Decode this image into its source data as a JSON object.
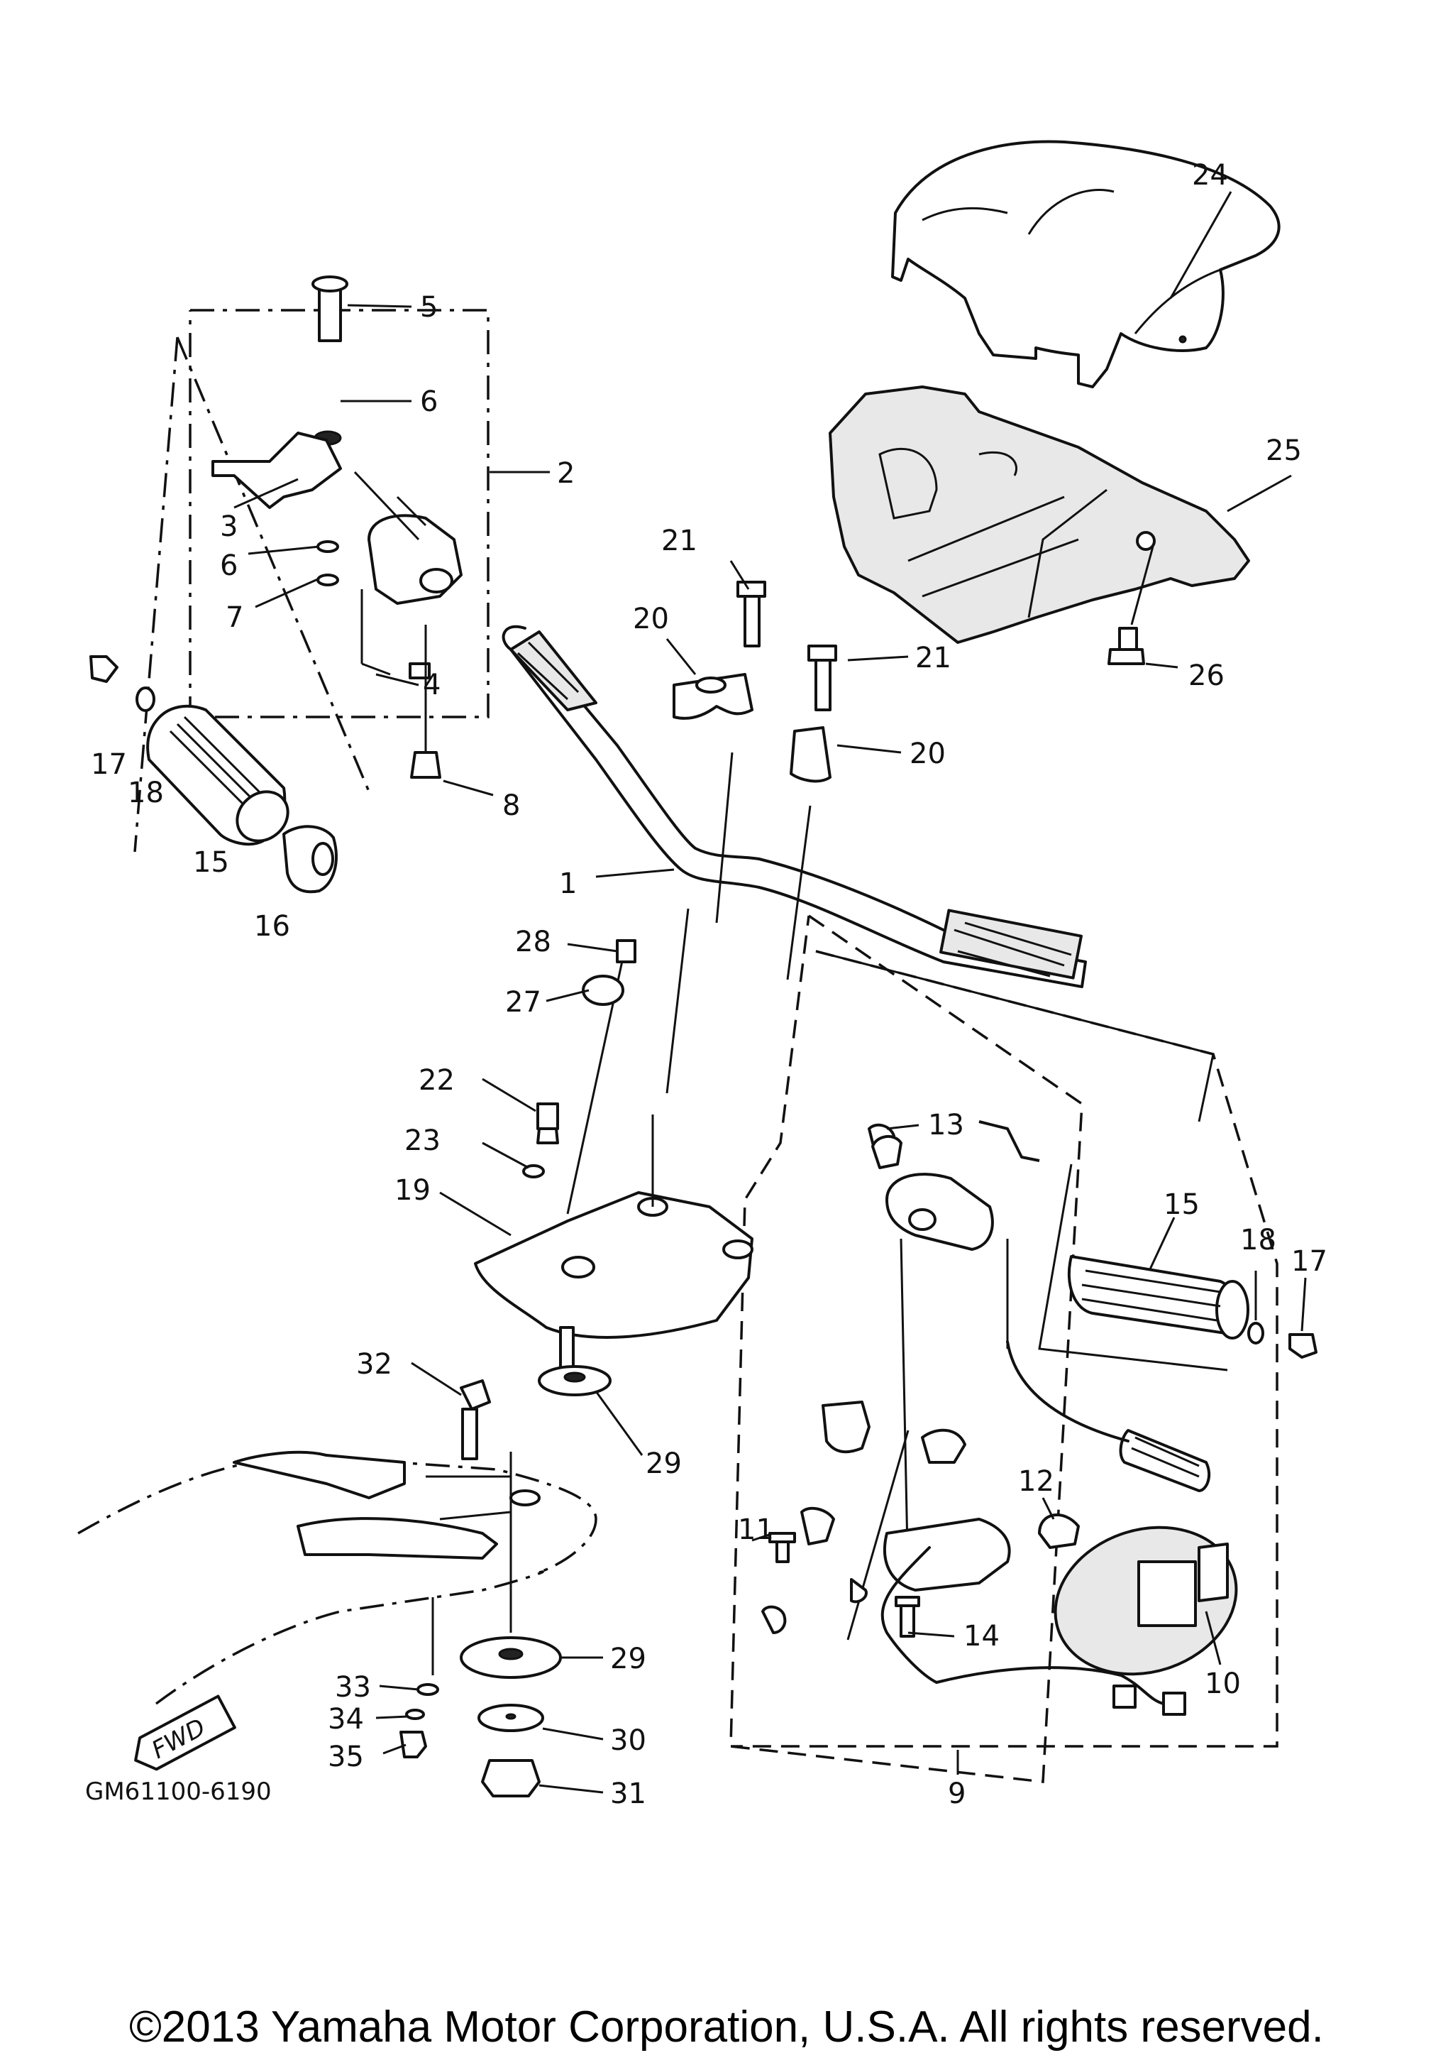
{
  "diagram": {
    "code": "GM61100-6190",
    "fwd_label": "FWD",
    "callouts": {
      "c1": "1",
      "c2": "2",
      "c3": "3",
      "c4": "4",
      "c5": "5",
      "c6a": "6",
      "c6b": "6",
      "c7": "7",
      "c8": "8",
      "c9": "9",
      "c10": "10",
      "c11": "11",
      "c12": "12",
      "c13": "13",
      "c14": "14",
      "c15a": "15",
      "c15b": "15",
      "c16": "16",
      "c17a": "17",
      "c17b": "17",
      "c18a": "18",
      "c18b": "18",
      "c19": "19",
      "c20a": "20",
      "c20b": "20",
      "c21a": "21",
      "c21b": "21",
      "c22": "22",
      "c23": "23",
      "c24": "24",
      "c25": "25",
      "c26": "26",
      "c27": "27",
      "c28": "28",
      "c29a": "29",
      "c29b": "29",
      "c30": "30",
      "c31": "31",
      "c32": "32",
      "c33": "33",
      "c34": "34",
      "c35": "35"
    }
  },
  "copyright": "©2013 Yamaha Motor Corporation, U.S.A. All rights reserved."
}
